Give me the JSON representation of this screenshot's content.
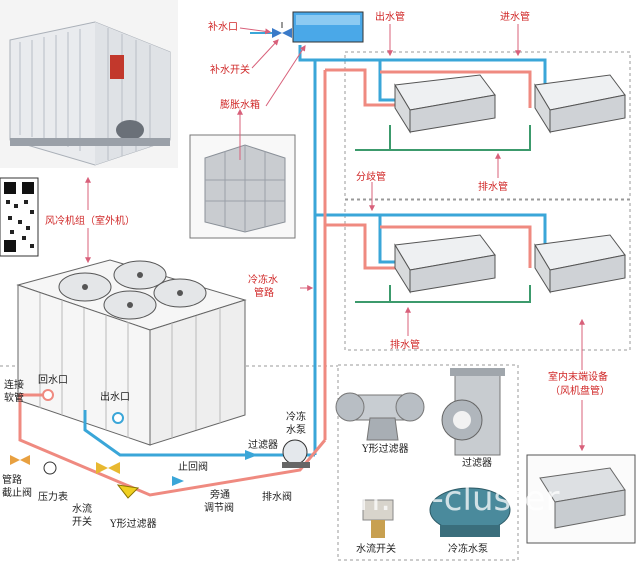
{
  "labels": {
    "makeup_port": "补水口",
    "makeup_switch": "补水开关",
    "expansion_tank": "膨胀水箱",
    "outlet_pipe_top": "出水管",
    "inlet_pipe_top": "进水管",
    "drain_pipe_1": "排水管",
    "branch_pipe": "分歧管",
    "drain_pipe_2": "排水管",
    "outdoor_unit_line1": "风冷机组（室外机）",
    "chilled_pipe_l1": "冷冻水",
    "chilled_pipe_l2": "管路",
    "indoor_terminal_l1": "室内末端设备",
    "indoor_terminal_l2": "（风机盘管）",
    "return_port": "回水口",
    "outlet_port": "出水口",
    "flex_pipe_l1": "连接",
    "flex_pipe_l2": "软管",
    "pipe_valve_l1": "管路",
    "pipe_valve_l2": "截止阀",
    "pressure_gauge": "压力表",
    "flow_switch_l1": "水流",
    "flow_switch_l2": "开关",
    "y_filter_bottom": "Y形过滤器",
    "stop_valve": "止回阀",
    "bypass_valve_l1": "旁通",
    "bypass_valve_l2": "调节阀",
    "filter": "过滤器",
    "pump_l1": "冷冻",
    "pump_l2": "水泵",
    "drain_valve": "排水阀",
    "y_filter_photo": "Y形过滤器",
    "filter_photo": "过滤器",
    "flow_switch_photo": "水流开关",
    "pump_photo": "冷冻水泵",
    "watermark": "cn.tls-cluster"
  },
  "colors": {
    "supply": "#3aa6d8",
    "return": "#ef8a80",
    "drain": "#3c9a6c",
    "label": "#d02828",
    "arrow": "#d8607a"
  }
}
